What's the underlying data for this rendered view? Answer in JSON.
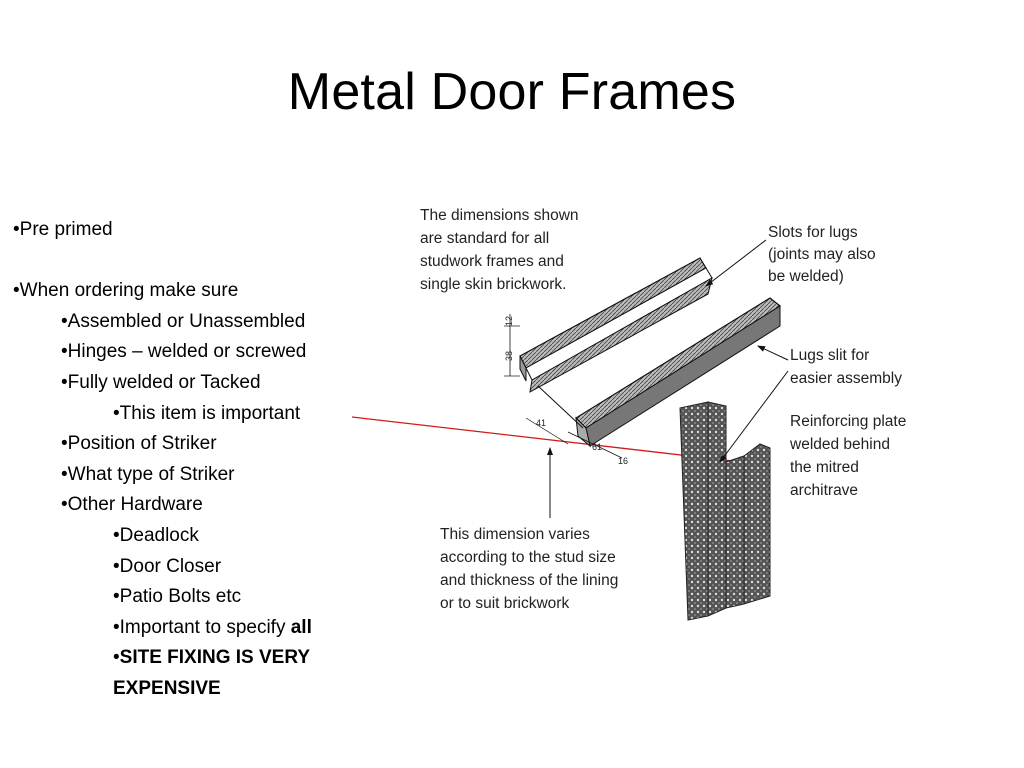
{
  "slide": {
    "title": "Metal Door Frames"
  },
  "bullets": {
    "marker": "•",
    "pre_primed": "Pre primed",
    "when_ordering": "When ordering make sure",
    "assembled": "Assembled or Unassembled",
    "hinges": "Hinges – welded or screwed",
    "welded": "Fully welded or Tacked",
    "important_item": "This item is important",
    "position_striker": "Position of Striker",
    "type_striker": "What type of Striker",
    "other_hardware": "Other Hardware",
    "deadlock": "Deadlock",
    "door_closer": "Door Closer",
    "patio_bolts": "Patio Bolts etc",
    "specify_prefix": "Important to specify ",
    "specify_bold": "all",
    "site_fixing": "SITE FIXING IS VERY EXPENSIVE"
  },
  "diagram": {
    "note_top": [
      "The dimensions shown",
      "are standard for all",
      "studwork frames and",
      "single skin brickwork."
    ],
    "slots": [
      "Slots for lugs",
      "(joints may also",
      "be welded)"
    ],
    "lugs": [
      "Lugs slit for",
      "easier assembly"
    ],
    "plate": [
      "Reinforcing plate",
      "welded behind",
      "the mitred",
      "architrave"
    ],
    "varies": [
      "This dimension varies",
      "according to the stud size",
      "and thickness of the lining",
      "or to suit brickwork"
    ],
    "dims": [
      "12",
      "38",
      "41",
      "61",
      "16"
    ],
    "arrow_color": "#d11a1a"
  }
}
